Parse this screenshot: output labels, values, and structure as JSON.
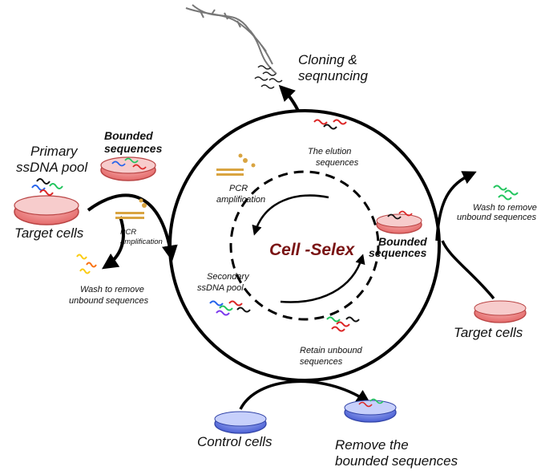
{
  "diagram": {
    "center_title": "Cell -Selex",
    "top": {
      "cloning": [
        "Cloning &",
        "seqnuncing"
      ]
    },
    "left": {
      "primary_pool": [
        "Primary",
        "ssDNA pool"
      ],
      "target_cells": "Target cells",
      "pcr": [
        "PCR",
        "amplification"
      ],
      "wash": [
        "Wash to remove",
        "unbound sequences"
      ]
    },
    "upper_left": {
      "bounded": [
        "Bounded",
        "sequences"
      ]
    },
    "inner": {
      "elution": [
        "The elution",
        "sequences"
      ],
      "pcr": [
        "PCR",
        "amplification"
      ],
      "bounded": [
        "Bounded",
        "sequences"
      ],
      "secondary_pool": [
        "Secondary",
        "ssDNA pool"
      ],
      "retain": [
        "Retain unbound",
        "sequences"
      ]
    },
    "right": {
      "wash": [
        "Wash to remove",
        "unbound sequences"
      ],
      "target_cells": "Target cells"
    },
    "bottom": {
      "control_cells": "Control cells",
      "remove": [
        "Remove the",
        "bounded sequences"
      ]
    },
    "colors": {
      "title": "#7a1414",
      "dish_target": "#e46a6a",
      "dish_control": "#4a5fd4",
      "strand_green": "#22c55e",
      "strand_red": "#dc2626",
      "primer": "#d9a441"
    }
  }
}
